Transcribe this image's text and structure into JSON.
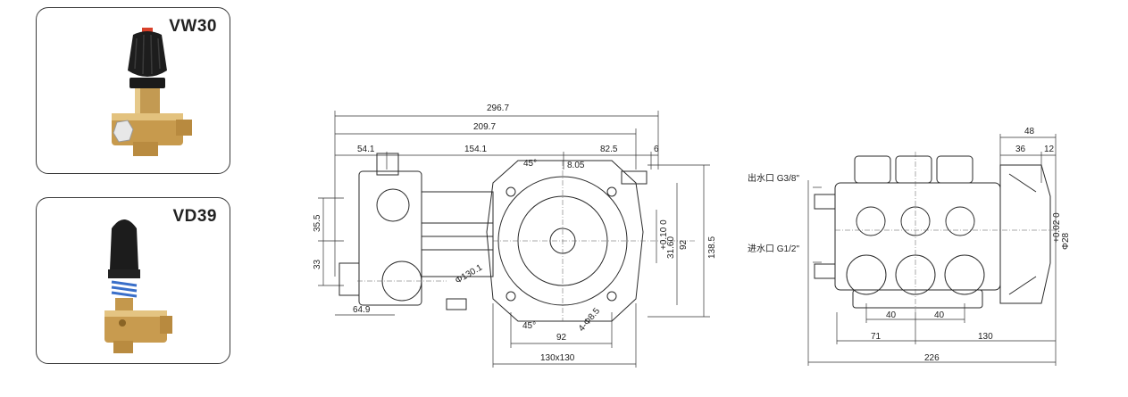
{
  "products": [
    {
      "model": "VW30"
    },
    {
      "model": "VD39"
    }
  ],
  "side_view": {
    "overall_length": "296.7",
    "length_b": "209.7",
    "seg_1": "54.1",
    "seg_2": "154.1",
    "seg_3": "82.5",
    "seg_4": "6",
    "angle_top": "45°",
    "offset_top": "8.05",
    "left_h1": "35.5",
    "left_h2": "33",
    "bottom_len": "64.9",
    "flange_dia": "Φ130.1",
    "shaft_tol": "+0.10\n0",
    "shaft_h": "31.60",
    "flange_h": "92",
    "total_h": "138.5",
    "angle_bottom": "45°",
    "holes": "4-Φ8.5",
    "bolt_span": "92",
    "flange_size": "130x130"
  },
  "front_view": {
    "outlet_label": "出水口 G3/8\"",
    "inlet_label": "进水口 G1/2\"",
    "top_dim": "48",
    "dim_36": "36",
    "dim_12": "12",
    "shaft_dia": "Φ28",
    "shaft_tol": "+0.02\n0",
    "pitch_1": "40",
    "pitch_2": "40",
    "dim_71": "71",
    "dim_130": "130",
    "overall_width": "226"
  }
}
